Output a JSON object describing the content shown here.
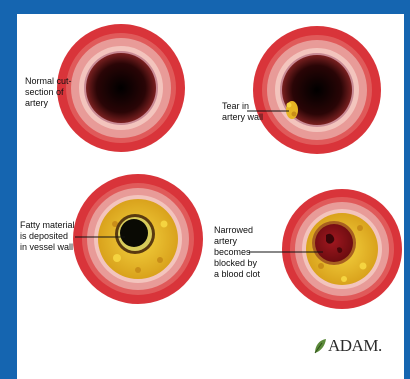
{
  "labels": {
    "normal": "Normal cut-\nsection of\nartery",
    "tear": "Tear in\nartery wall",
    "fatty": "Fatty material\nis deposited\nin vessel wall",
    "narrowed": "Narrowed\nartery\nbecomes\nblocked by\na blood clot"
  },
  "logo": {
    "text": "ADAM."
  },
  "colors": {
    "frame": "#1565b0",
    "outer_wall": "#d9343a",
    "media": "#e89b98",
    "intima": "#f3c4bd",
    "lumen": "#3a0708",
    "plaque": "#e6b423",
    "clot": "#8e1218"
  }
}
